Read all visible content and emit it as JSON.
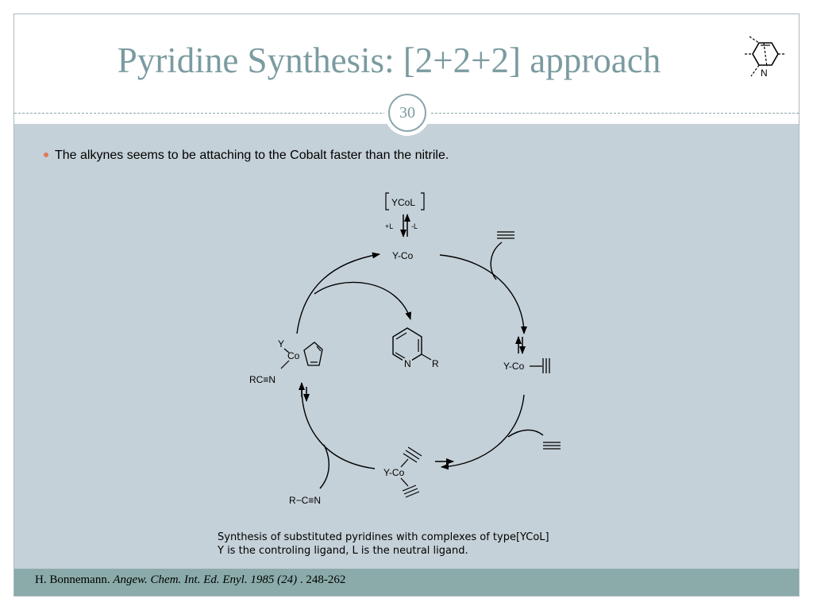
{
  "slide": {
    "title": "Pyridine Synthesis: [2+2+2] approach",
    "page_number": "30",
    "bullet": "The alkynes seems to be attaching to the Cobalt faster than the nitrile.",
    "title_icon": {
      "atom_label": "N"
    }
  },
  "diagram": {
    "top_bracket_label": "YCoL",
    "plus_L": "+L",
    "minus_L": "-L",
    "yco_top": "Y-Co",
    "yco_right": "Y-Co",
    "yco_bottom": "Y-Co",
    "nitrile": "R−C≡N",
    "cobaltacycle_y": "Y",
    "cobaltacycle_co": "Co",
    "cobaltacycle_nitrile": "RC≡N",
    "pyridine_n": "N",
    "pyridine_r": "R"
  },
  "caption": {
    "line1": "Synthesis of substituted pyridines with complexes of type[YCoL]",
    "line2": "Y is the controling ligand, L is the neutral ligand."
  },
  "citation": {
    "author": "H. Bonnemann.",
    "journal": "Angew. Chem. Int. Ed. Enyl.",
    "year_vol": "1985 (24)",
    "pages": ". 248-262"
  },
  "colors": {
    "title": "#7b9ba0",
    "content_bg": "#c5d1d8",
    "footer_bg": "#8aabaa",
    "bullet": "#e07a5a"
  }
}
